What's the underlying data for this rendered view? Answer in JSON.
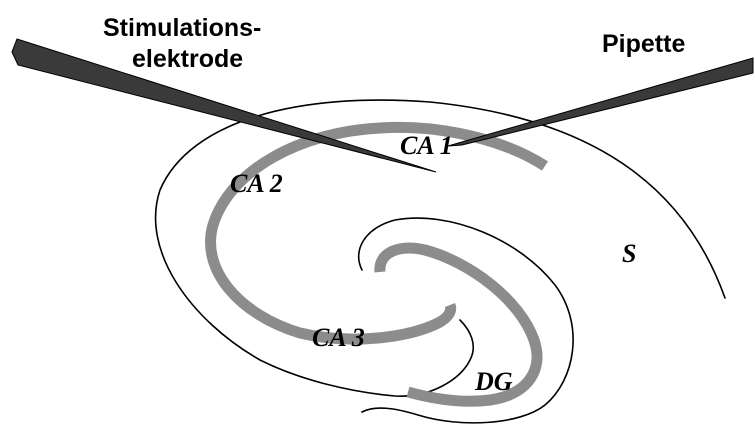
{
  "labels": {
    "stim_line1": "Stimulations-",
    "stim_line2": "elektrode",
    "pipette": "Pipette",
    "ca1": "CA 1",
    "ca2": "CA 2",
    "ca3": "CA 3",
    "dg": "DG",
    "s": "S"
  },
  "colors": {
    "outline": "#000000",
    "cell_layer": "#8c8c8c",
    "electrode": "#3a3a3a",
    "background": "#ffffff"
  }
}
